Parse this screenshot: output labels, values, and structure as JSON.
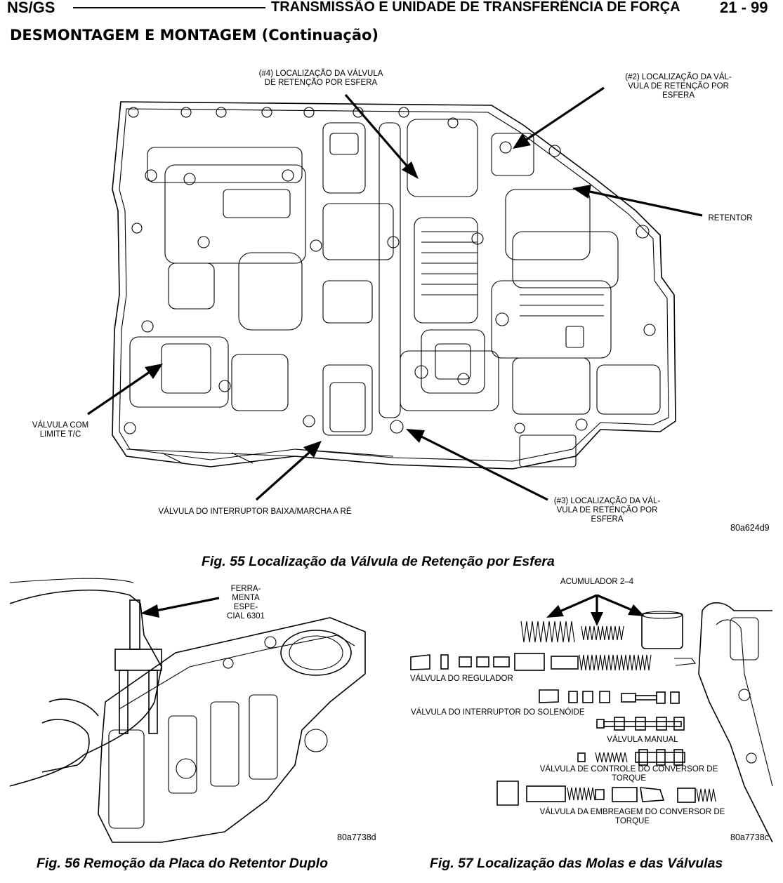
{
  "header": {
    "left": "NS/GS",
    "title": "TRANSMISSÃO E UNIDADE DE TRANSFERÊNCIA DE FORÇA",
    "page": "21 - 99"
  },
  "section_title": "DESMONTAGEM E MONTAGEM (Continuação)",
  "fig55": {
    "labels": {
      "check4": "(#4) LOCALIZAÇÃO DA VÁLVULA\nDE RETENÇÃO POR ESFERA",
      "check2": "(#2) LOCALIZAÇÃO DA VÁL-\nVULA DE RETENÇÃO POR\nESFERA",
      "retainer": "RETENTOR",
      "tc_limit": "VÁLVULA COM\nLIMITE T/C",
      "low_reverse": "VÁLVULA DO INTERRUPTOR BAIXA/MARCHA A RÉ",
      "check3": "(#3) LOCALIZAÇÃO DA VÁL-\nVULA DE RETENÇÃO POR\nESFERA"
    },
    "code": "80a624d9",
    "caption": "Fig. 55 Localização da Válvula de Retenção por Esfera"
  },
  "fig56": {
    "tool_label": "FERRA-\nMENTA\nESPE-\nCIAL 6301",
    "code": "80a7738d",
    "caption": "Fig. 56 Remoção da Placa do Retentor Duplo"
  },
  "fig57": {
    "labels": {
      "accumulator": "ACUMULADOR 2–4",
      "regulator": "VÁLVULA DO REGULADOR",
      "solenoid_switch": "VÁLVULA DO INTERRUPTOR DO SOLENÓIDE",
      "manual": "VÁLVULA MANUAL",
      "converter_control": "VÁLVULA DE CONTROLE DO CONVERSOR DE\nTORQUE",
      "converter_clutch": "VÁLVULA DA EMBREAGEM DO CONVERSOR DE\nTORQUE"
    },
    "code": "80a7738c",
    "caption": "Fig. 57 Localização das Molas e das Válvulas"
  }
}
